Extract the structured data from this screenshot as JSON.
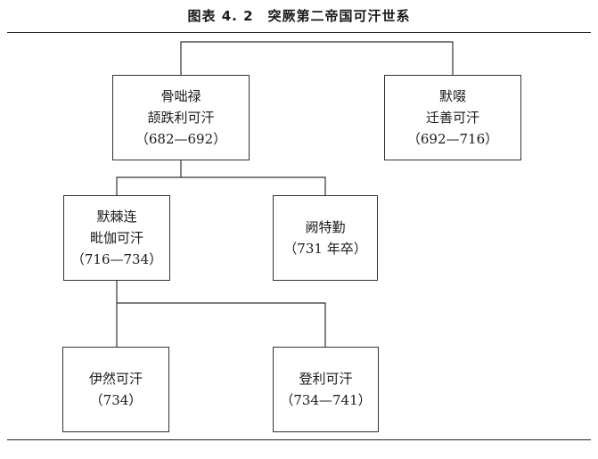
{
  "title": "图表 4. 2　突厥第二帝国可汗世系",
  "nodes": {
    "gudulu": {
      "lines": [
        "骨咄禄",
        "颉跌利可汗",
        "（682—692）"
      ]
    },
    "mochuo": {
      "lines": [
        "默啜",
        "迁善可汗",
        "（692—716）"
      ]
    },
    "mojilian": {
      "lines": [
        "默棘连",
        "毗伽可汗",
        "（716—734）"
      ]
    },
    "quete": {
      "lines": [
        "阙特勤",
        "（731 年卒）"
      ]
    },
    "yiran": {
      "lines": [
        "伊然可汗",
        "（734）"
      ]
    },
    "dengli": {
      "lines": [
        "登利可汗",
        "（734—741）"
      ]
    }
  }
}
